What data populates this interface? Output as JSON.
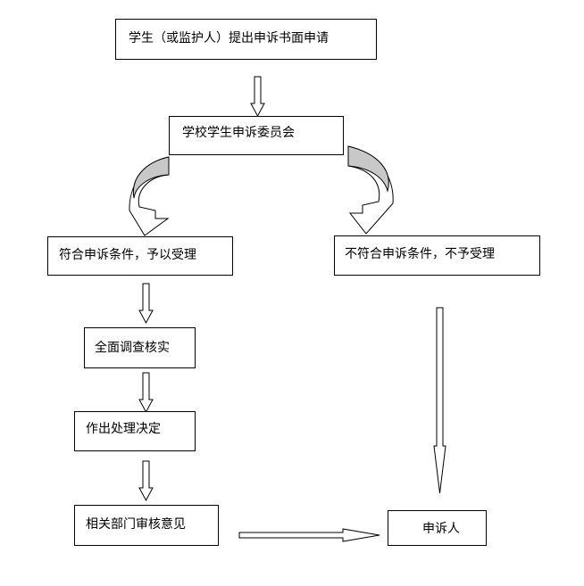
{
  "nodes": {
    "submit": "学生（或监护人）提出申诉书面申请",
    "committee": "学校学生申诉委员会",
    "accept": "符合申诉条件，予以受理",
    "reject": "不符合申诉条件，不予受理",
    "investigate": "全面调查核实",
    "decide": "作出处理决定",
    "review": "相关部门审核意见",
    "appellant": "申诉人"
  },
  "colors": {
    "stroke": "#000000",
    "fill": "#ffffff",
    "curve_shade": "#c8c8c8"
  }
}
